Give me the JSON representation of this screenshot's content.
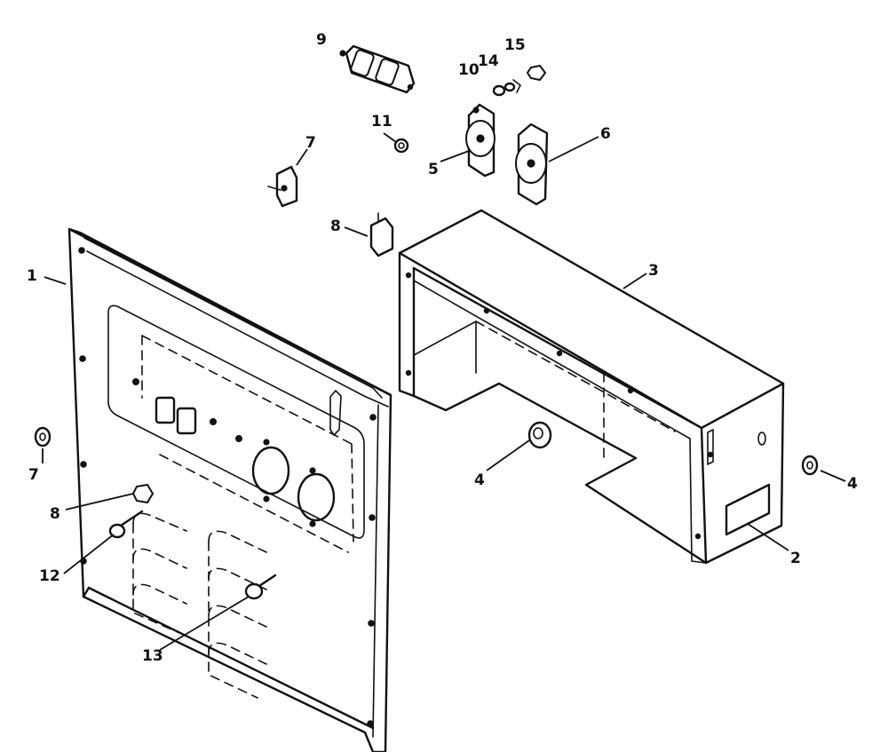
{
  "diagram": {
    "callouts": {
      "c1": "1",
      "c2": "2",
      "c3": "3",
      "c4a": "4",
      "c4b": "4",
      "c5": "5",
      "c6": "6",
      "c7a": "7",
      "c7b": "7",
      "c8a": "8",
      "c8b": "8",
      "c9": "9",
      "c10": "10",
      "c11": "11",
      "c12": "12",
      "c13": "13",
      "c14": "14",
      "c15": "15"
    },
    "colors": {
      "ink": "#111111",
      "paper": "#ffffff"
    }
  }
}
